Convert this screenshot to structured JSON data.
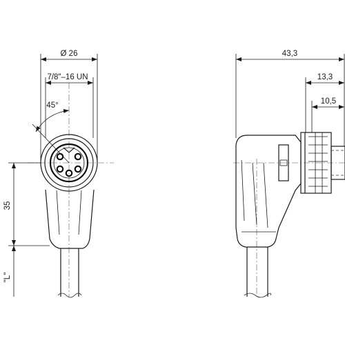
{
  "left_view": {
    "diameter_label": "Ø 26",
    "thread_label": "7/8\"–16 UN",
    "angle_label": "45°",
    "length_35_label": "35",
    "cable_length_label": "\"L\""
  },
  "right_view": {
    "overall_length_label": "43,3",
    "nut_length_label": "13,3",
    "thread_length_label": "10,5"
  }
}
